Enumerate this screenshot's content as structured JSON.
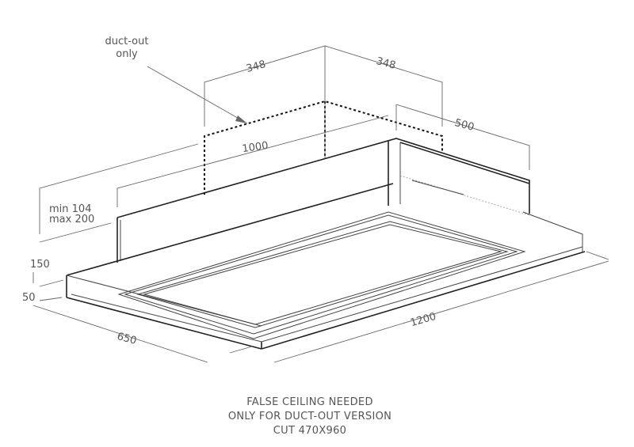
{
  "labels": {
    "duct_out": [
      "duct-out",
      "only"
    ],
    "dim_348_left": "348",
    "dim_348_right": "348",
    "dim_500": "500",
    "dim_1000": "1000",
    "dim_min_max": [
      "min 104",
      "max 200"
    ],
    "dim_150": "150",
    "dim_50": "50",
    "dim_650": "650",
    "dim_1200": "1200"
  },
  "note": [
    "FALSE CEILING NEEDED",
    "ONLY FOR DUCT-OUT VERSION",
    "CUT 470X960"
  ]
}
